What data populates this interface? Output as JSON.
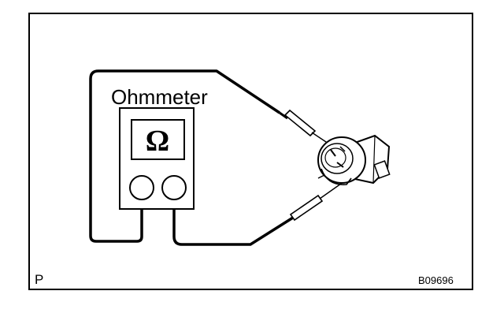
{
  "diagram": {
    "meter_label": "Ohmmeter",
    "meter_symbol": "Ω",
    "corner_left": "P",
    "corner_right": "B09696"
  },
  "colors": {
    "ink": "#000000",
    "paper": "#ffffff"
  }
}
